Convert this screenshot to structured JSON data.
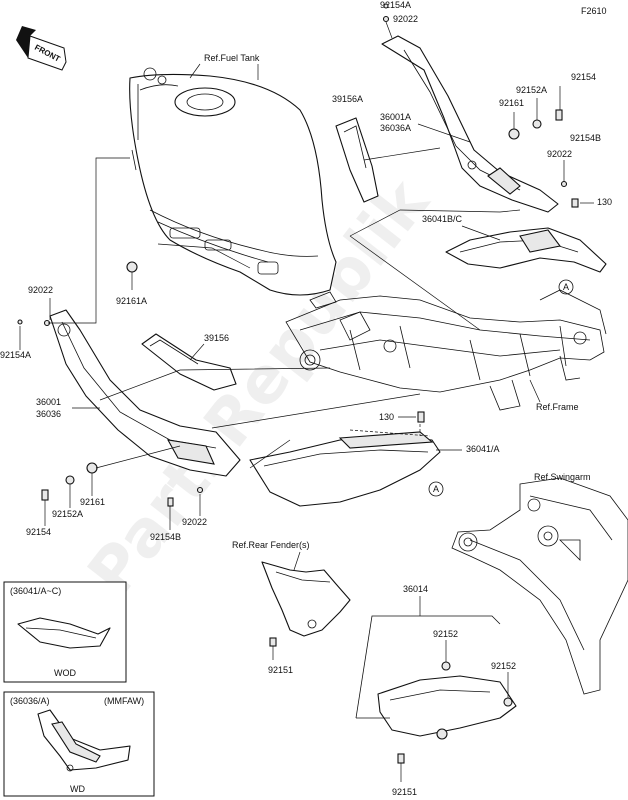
{
  "figure_code": "F2610",
  "front_tag": "FRONT",
  "watermark": "PartsRepublik",
  "refs": {
    "fuel_tank": "Ref.Fuel Tank",
    "frame": "Ref.Frame",
    "swingarm": "Ref.Swingarm",
    "rear_fender": "Ref.Rear Fender(s)"
  },
  "callouts": {
    "p92154A_top": "92154A",
    "p92022_top": "92022",
    "p39156A": "39156A",
    "p36001A": "36001A",
    "p36036A": "36036A",
    "p92152A_r": "92152A",
    "p92154_r": "92154",
    "p92161_r": "92161",
    "p92154B_r": "92154B",
    "p92022_r": "92022",
    "p130_r": "130",
    "p36041BC": "36041B/C",
    "p92161A": "92161A",
    "p92022_l": "92022",
    "p92154A_l": "92154A",
    "p39156": "39156",
    "p36001": "36001",
    "p36036": "36036",
    "p130_mid": "130",
    "p36041A": "36041/A",
    "p92161_l": "92161",
    "p92152A_l": "92152A",
    "p92154_l": "92154",
    "p92154B_l": "92154B",
    "p92022_b": "92022",
    "p36014": "36014",
    "p92152_a": "92152",
    "p92152_b": "92152",
    "p92151_a": "92151",
    "p92151_b": "92151",
    "marker_a1": "A",
    "marker_a2": "A"
  },
  "insets": [
    {
      "title": "(36041/A~C)",
      "tag": "",
      "caption": "WOD"
    },
    {
      "title": "(36036/A)",
      "tag": "(MMFAW)",
      "caption": "WD"
    }
  ]
}
